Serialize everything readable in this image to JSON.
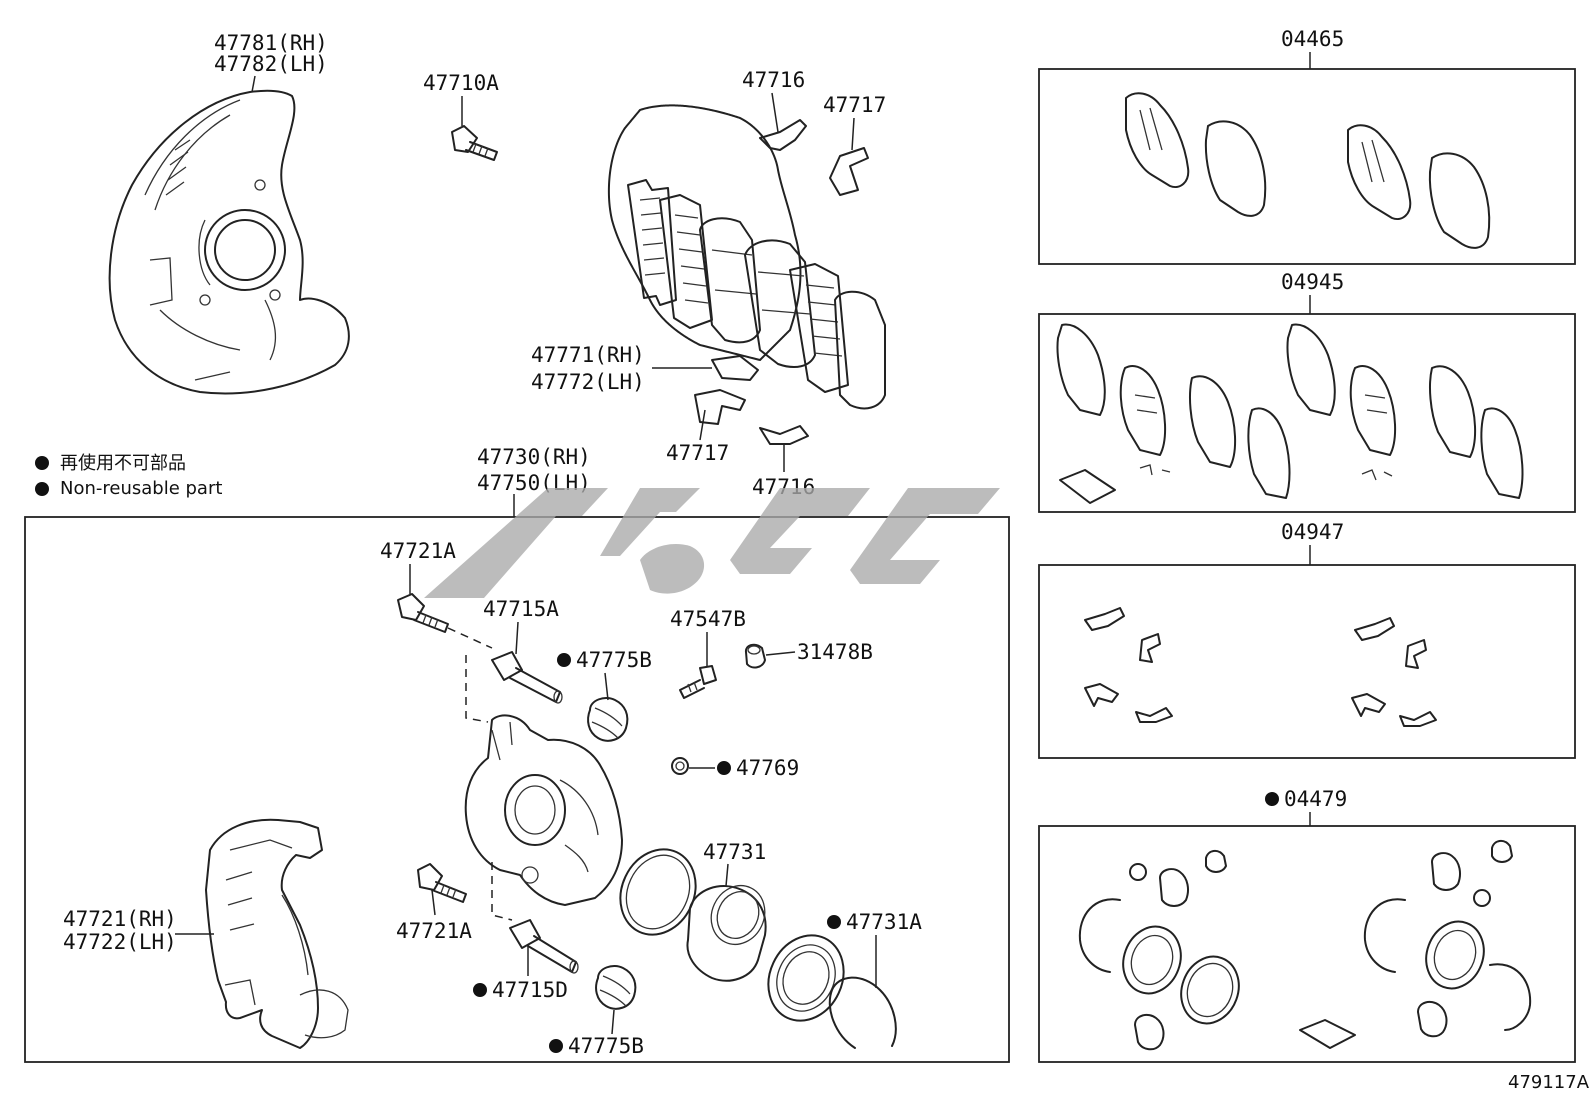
{
  "labels": {
    "shield_rh": "47781(RH)",
    "shield_lh": "47782(LH)",
    "bolt_47710a": "47710A",
    "clip_47716_top": "47716",
    "clip_47717_top": "47717",
    "shim_rh": "47771(RH)",
    "shim_lh": "47772(LH)",
    "clip_47717_bot": "47717",
    "clip_47716_bot": "47716",
    "caliper_rh": "47730(RH)",
    "caliper_lh": "47750(LH)",
    "bolt_47721a_top": "47721A",
    "pin_47715a": "47715A",
    "boot_47775b_top": "47775B",
    "bleeder_47547b": "47547B",
    "cap_31478b": "31478B",
    "cap_47769": "47769",
    "piston_47731": "47731",
    "seal_47731a": "47731A",
    "bolt_47721a_bot": "47721A",
    "pin_47715d": "47715D",
    "boot_47775b_bot": "47775B",
    "mount_rh": "47721(RH)",
    "mount_lh": "47722(LH)",
    "kit_04465": "04465",
    "kit_04945": "04945",
    "kit_04947": "04947",
    "kit_04479": "04479",
    "figure_no": "479117A"
  },
  "legend": {
    "line_jp": "再使用不可部品",
    "line_en": "Non-reusable part"
  }
}
